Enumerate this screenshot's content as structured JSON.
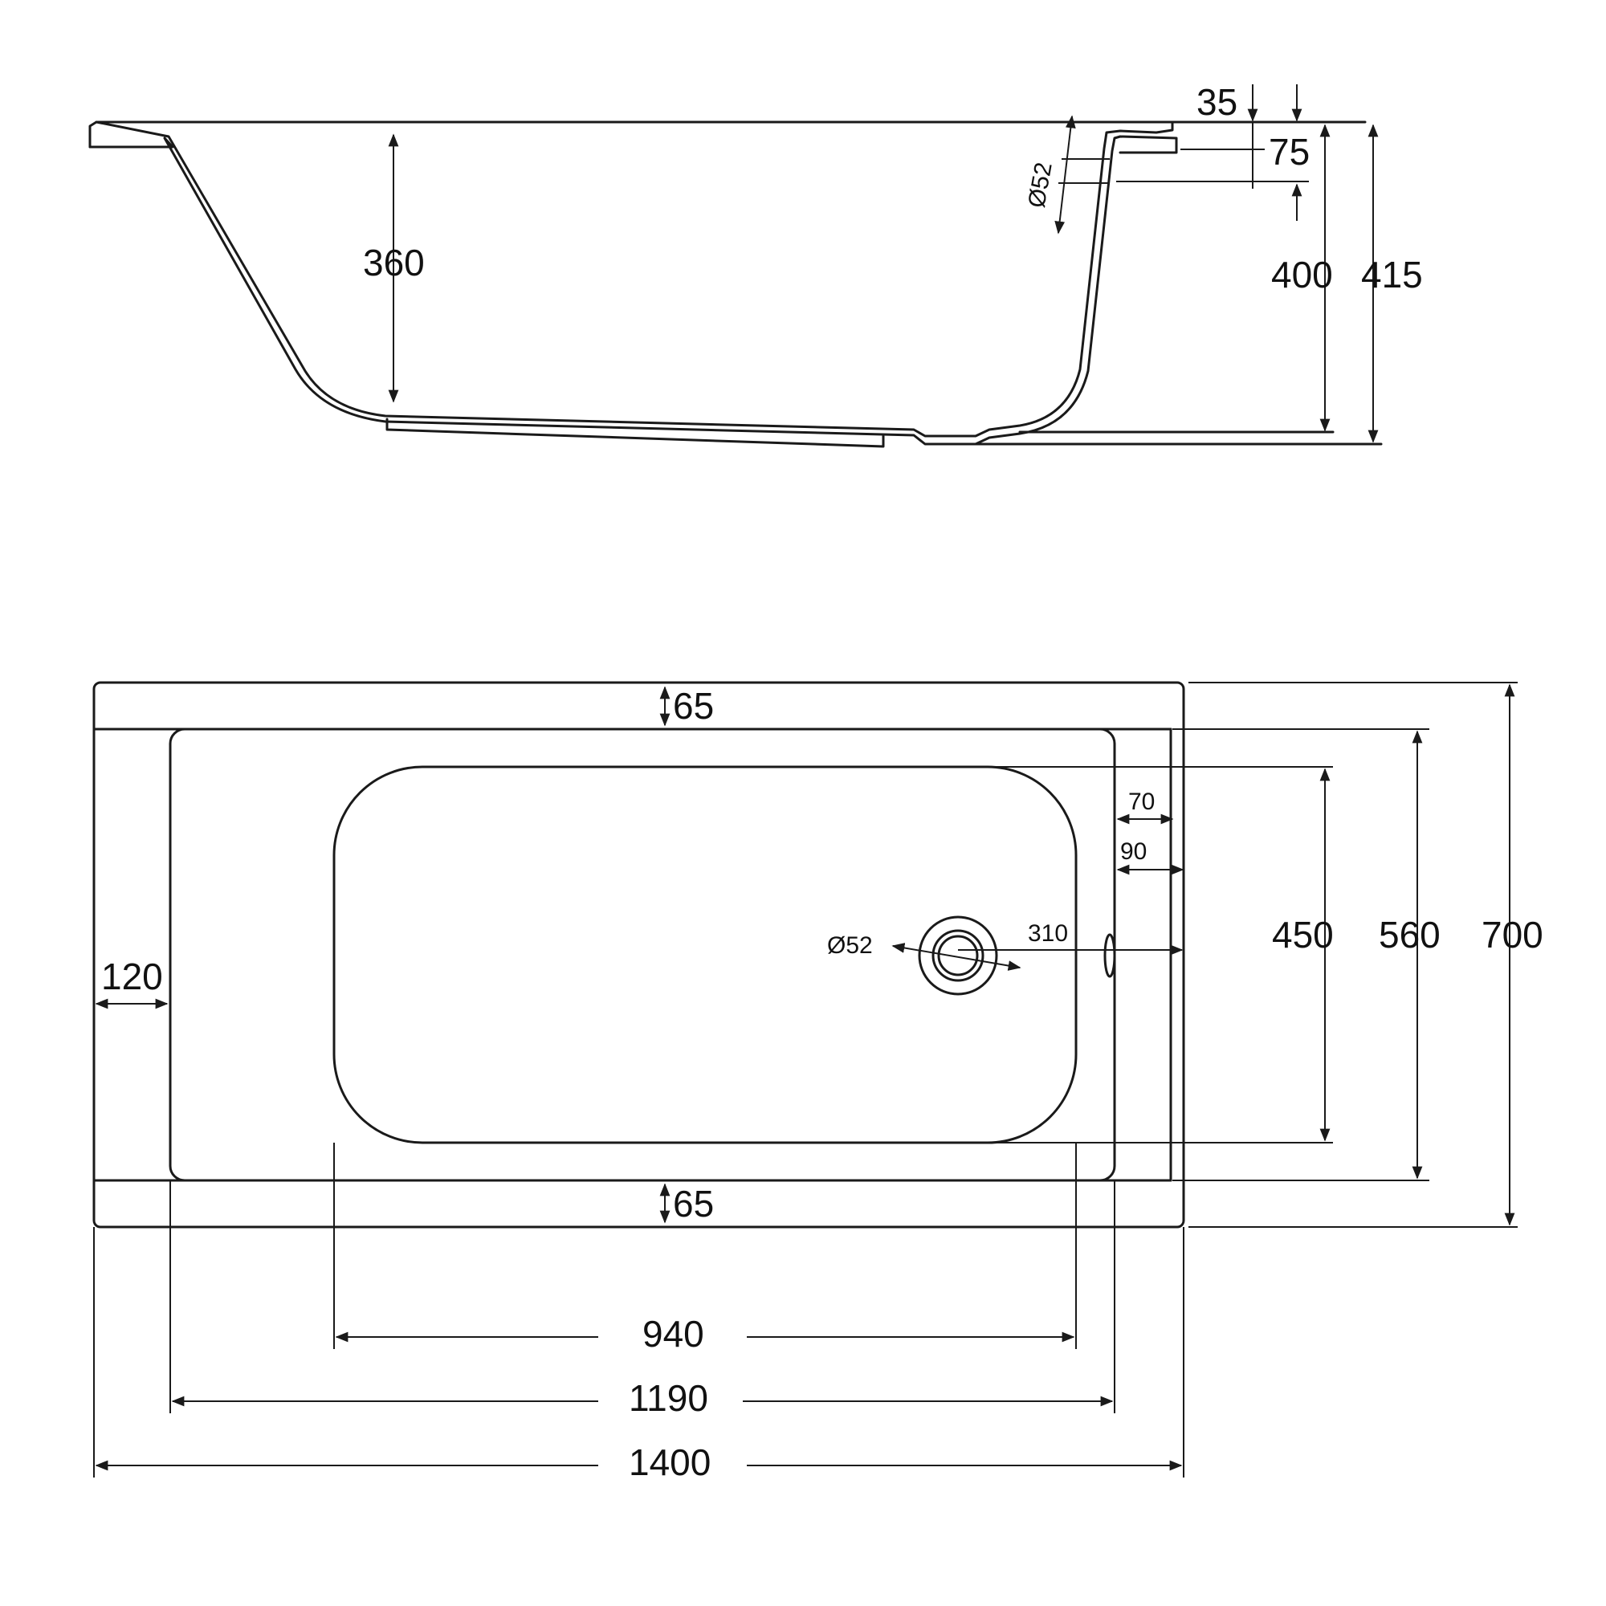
{
  "side_view": {
    "depth_label": "360",
    "rim_label": "35",
    "overflow_label": "75",
    "overflow_diameter_label": "Ø52",
    "height_inner_label": "400",
    "height_total_label": "415"
  },
  "top_view": {
    "rim_top_label": "65",
    "rim_bottom_label": "65",
    "left_rim_label": "120",
    "right_inner_label": "70",
    "right_outer_label": "90",
    "drain_diameter_label": "Ø52",
    "drain_offset_label": "310",
    "inner_width_label": "450",
    "basin_width_label": "560",
    "total_width_label": "700",
    "inner_length_label": "940",
    "basin_length_label": "1190",
    "total_length_label": "1400"
  },
  "colors": {
    "line": "#1a1a1a",
    "background": "#ffffff"
  }
}
